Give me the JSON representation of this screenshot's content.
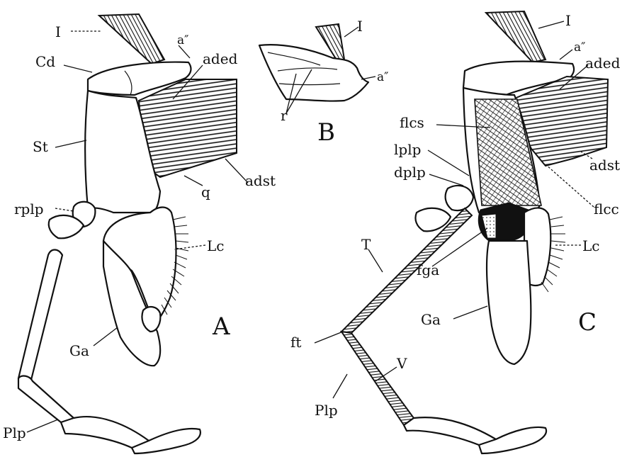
{
  "figure": {
    "panels": {
      "A": {
        "letter": "A",
        "labels": {
          "I": "I",
          "a_pp": "a″",
          "Cd": "Cd",
          "aded": "aded",
          "St": "St",
          "q": "q",
          "adst": "adst",
          "rplp": "rplp",
          "Lc": "Lc",
          "Ga": "Ga",
          "Plp": "Plp"
        }
      },
      "B": {
        "letter": "B",
        "labels": {
          "I": "I",
          "a_pp": "a″",
          "r": "r"
        }
      },
      "C": {
        "letter": "C",
        "labels": {
          "I": "I",
          "a_pp": "a″",
          "aded": "aded",
          "flcs": "flcs",
          "lplp": "lplp",
          "dplp": "dplp",
          "adst": "adst",
          "flcc": "flcc",
          "Lc": "Lc",
          "T": "T",
          "fga": "fga",
          "Ga": "Ga",
          "ft": "ft",
          "V": "V",
          "Plp": "Plp"
        }
      }
    }
  }
}
